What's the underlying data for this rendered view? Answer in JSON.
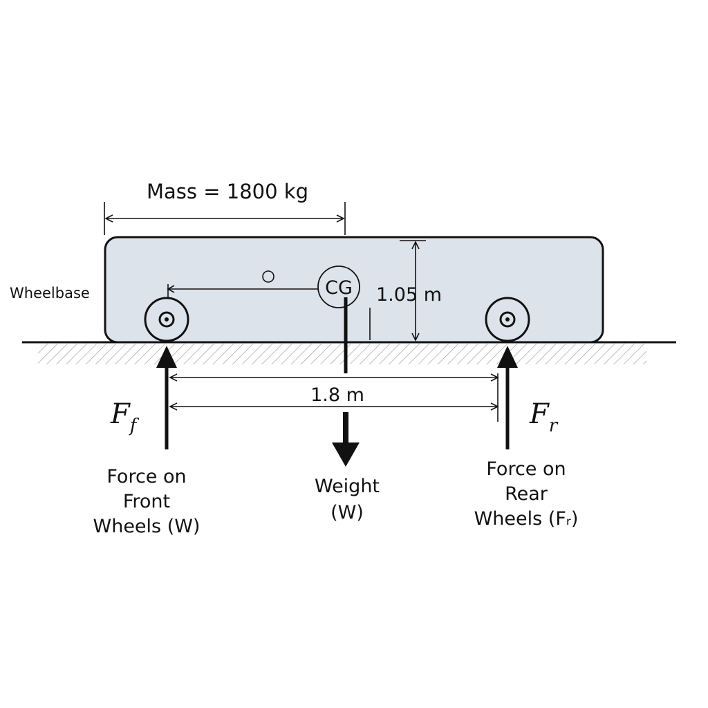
{
  "diagram": {
    "mass_label": "Mass = 1800 kg",
    "wheelbase_label": "Wheelbase",
    "cg_label": "CG",
    "height_label": "1.05 m",
    "wheelbase_dim_label": "1.8 m",
    "front_force": {
      "symbol": "F",
      "subscript": "f",
      "caption": [
        "Force on",
        "Front",
        "Wheels (W)"
      ]
    },
    "weight": {
      "caption": [
        "Weight",
        "(W)"
      ]
    },
    "rear_force": {
      "symbol": "F",
      "subscript": "r",
      "caption": [
        "Force on",
        "Rear",
        "Wheels (Fᵣ)"
      ]
    },
    "colors": {
      "body_fill": "#dde3ea",
      "ink": "#111111",
      "hatch": "#9a9a9a"
    }
  }
}
